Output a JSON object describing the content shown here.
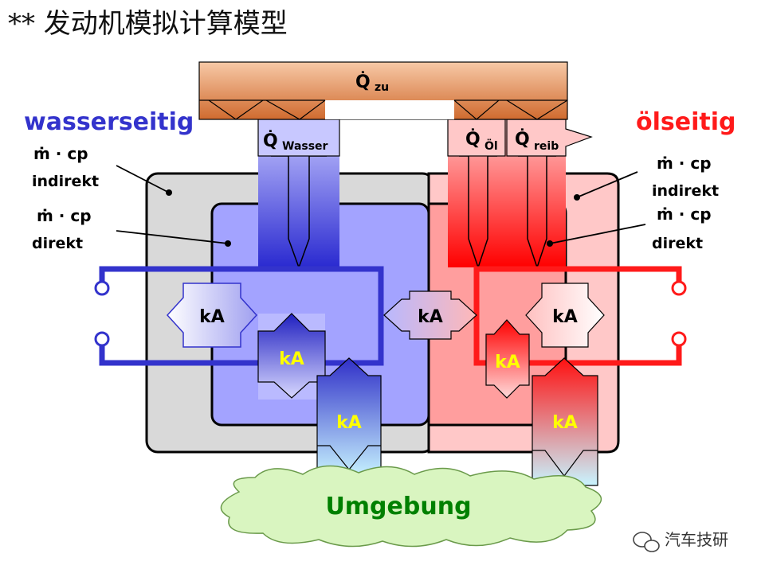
{
  "title": "** 发动机模拟计算模型",
  "labels": {
    "water_side": "wasserseitig",
    "oil_side": "ölseitig",
    "q_zu": "zu",
    "q_wasser": "Wasser",
    "q_oel": "Öl",
    "q_reib": "reib",
    "m_cp": "ṁ · cp",
    "indirekt": "indirekt",
    "direkt": "direkt",
    "ka": "kA",
    "umgebung": "Umgebung"
  },
  "watermark": "汽车技研",
  "colors": {
    "water": "#3333cc",
    "oil": "#ff1a1a",
    "heat_source": "#d97a40",
    "ambient_green": "#008000",
    "cloud_fill": "#d9f5c0"
  }
}
